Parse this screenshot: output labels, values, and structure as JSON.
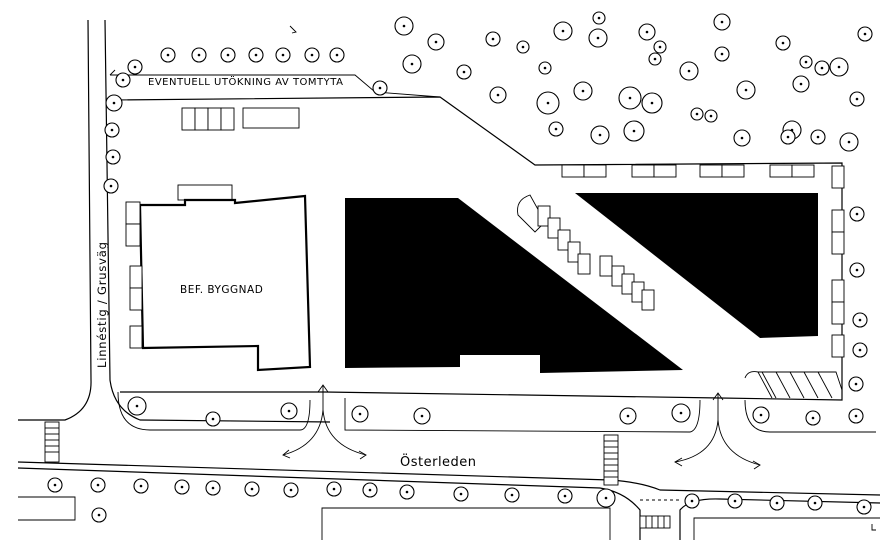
{
  "labels": {
    "extension": "EVENTUELL UTÖKNING AV TOMTYTA",
    "existing_building": "BEF. BYGGNAD",
    "side_road": "Linnéstig / Grusväg",
    "main_road": "Österleden"
  }
}
